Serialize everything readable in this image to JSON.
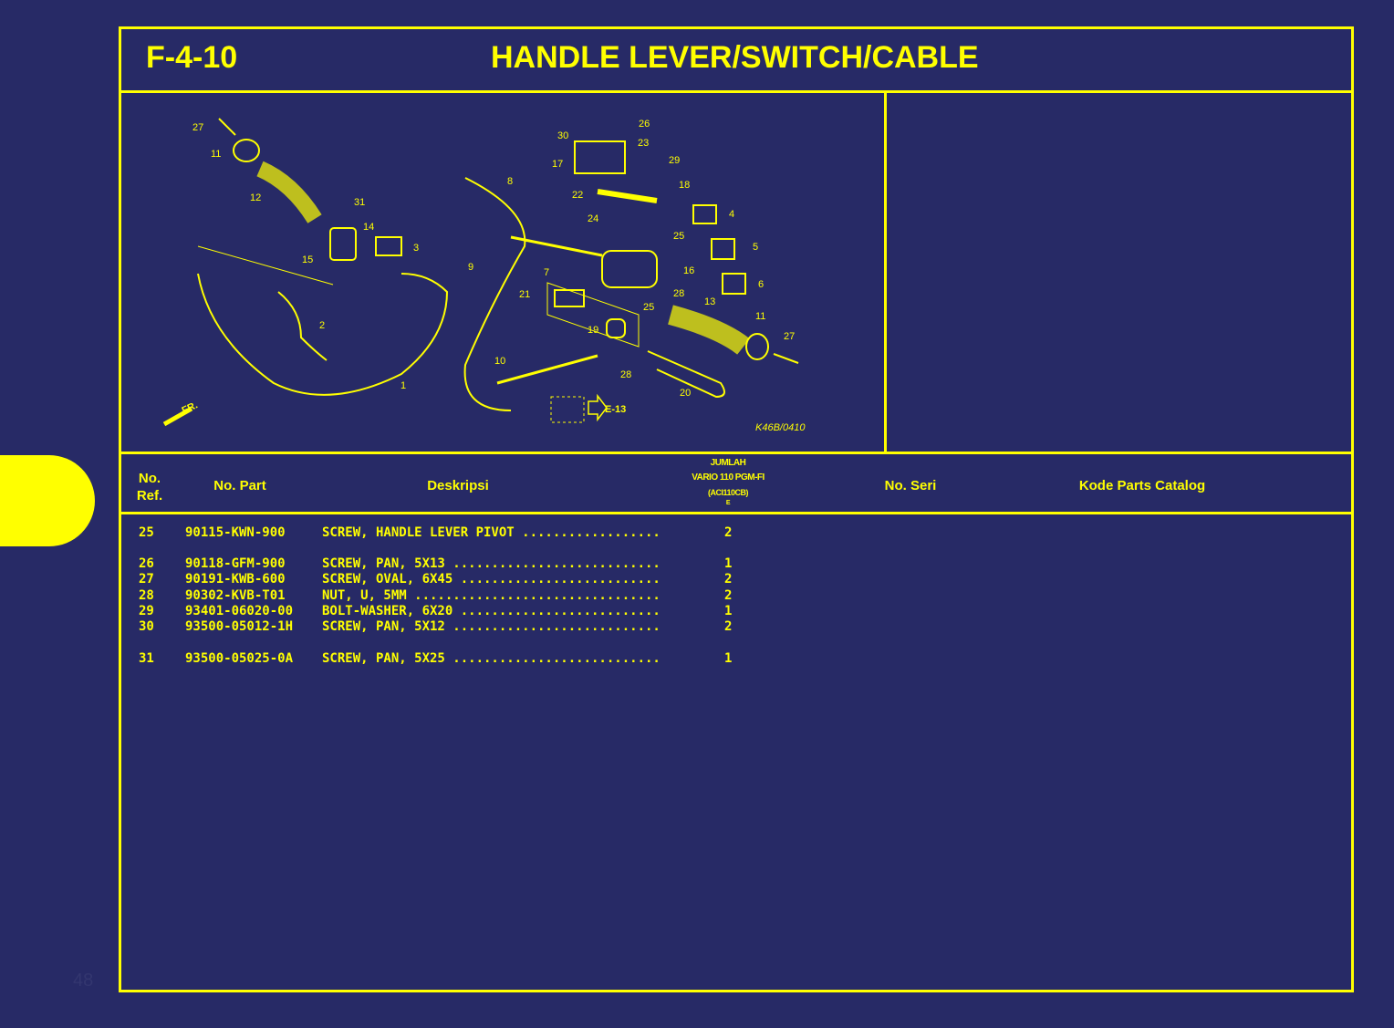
{
  "header": {
    "code": "F-4-10",
    "title": "HANDLE LEVER/SWITCH/CABLE"
  },
  "diagram": {
    "callouts": [
      "27",
      "11",
      "12",
      "31",
      "14",
      "3",
      "15",
      "2",
      "1",
      "8",
      "9",
      "7",
      "21",
      "19",
      "10",
      "30",
      "26",
      "23",
      "17",
      "29",
      "18",
      "22",
      "24",
      "25",
      "16",
      "28",
      "13",
      "25",
      "11",
      "27",
      "28",
      "20",
      "4",
      "5",
      "6"
    ],
    "front_label": "FR.",
    "ref_label": "E-13",
    "drawing_code": "K46B/0410"
  },
  "table": {
    "headers": {
      "ref": [
        "No.",
        "Ref."
      ],
      "part": "No. Part",
      "desc": "Deskripsi",
      "qty": [
        "JUMLAH",
        "VARIO 110 PGM-FI",
        "(ACI110CB)",
        "E"
      ],
      "serial": "No. Seri",
      "catalog": "Kode Parts Catalog"
    },
    "rows": [
      {
        "ref": "25",
        "part": "90115-KWN-900",
        "desc": "SCREW, HANDLE LEVER PIVOT ..................",
        "qty": "2"
      },
      {
        "ref": "26",
        "part": "90118-GFM-900",
        "desc": "SCREW, PAN, 5X13 ...........................",
        "qty": "1"
      },
      {
        "ref": "27",
        "part": "90191-KWB-600",
        "desc": "SCREW, OVAL, 6X45 ..........................",
        "qty": "2"
      },
      {
        "ref": "28",
        "part": "90302-KVB-T01",
        "desc": "NUT, U, 5MM ................................",
        "qty": "2"
      },
      {
        "ref": "29",
        "part": "93401-06020-00",
        "desc": "BOLT-WASHER, 6X20 ..........................",
        "qty": "1"
      },
      {
        "ref": "30",
        "part": "93500-05012-1H",
        "desc": "SCREW, PAN, 5X12 ...........................",
        "qty": "2"
      },
      {
        "ref": "31",
        "part": "93500-05025-0A",
        "desc": "SCREW, PAN, 5X25 ...........................",
        "qty": "1"
      }
    ]
  },
  "page_number": "48",
  "colors": {
    "background": "#272a66",
    "accent": "#ffff00"
  }
}
